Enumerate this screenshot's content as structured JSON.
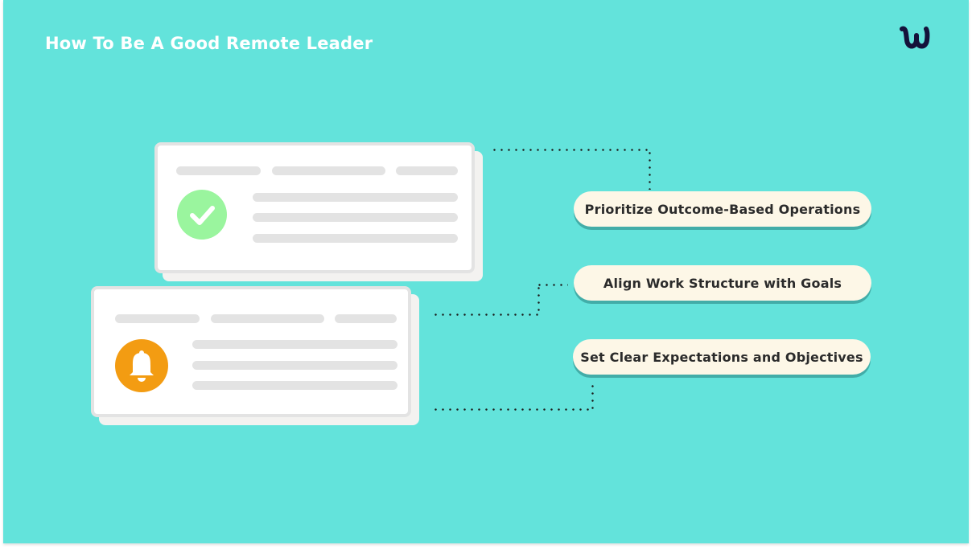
{
  "header": {
    "title": "How To Be A Good Remote Leader",
    "logo_icon": "w-logo-icon"
  },
  "colors": {
    "background": "#63e3db",
    "title_text": "#ffffff",
    "logo": "#14123a",
    "card_border": "#e3e3e3",
    "placeholder_bar": "#e3e3e3",
    "check_circle": "#9af59e",
    "bell_circle": "#f39c12",
    "pill_background": "#fdf7e7",
    "pill_text": "#2b2b2b",
    "connector_dots": "#1a1a1a"
  },
  "cards": [
    {
      "name": "success-card",
      "icon": "check-icon",
      "icon_color": "#9af59e"
    },
    {
      "name": "notification-card",
      "icon": "bell-icon",
      "icon_color": "#f39c12"
    }
  ],
  "items": [
    {
      "label": "Prioritize Outcome-Based Operations"
    },
    {
      "label": "Align Work Structure with Goals"
    },
    {
      "label": "Set Clear Expectations and Objectives"
    }
  ]
}
